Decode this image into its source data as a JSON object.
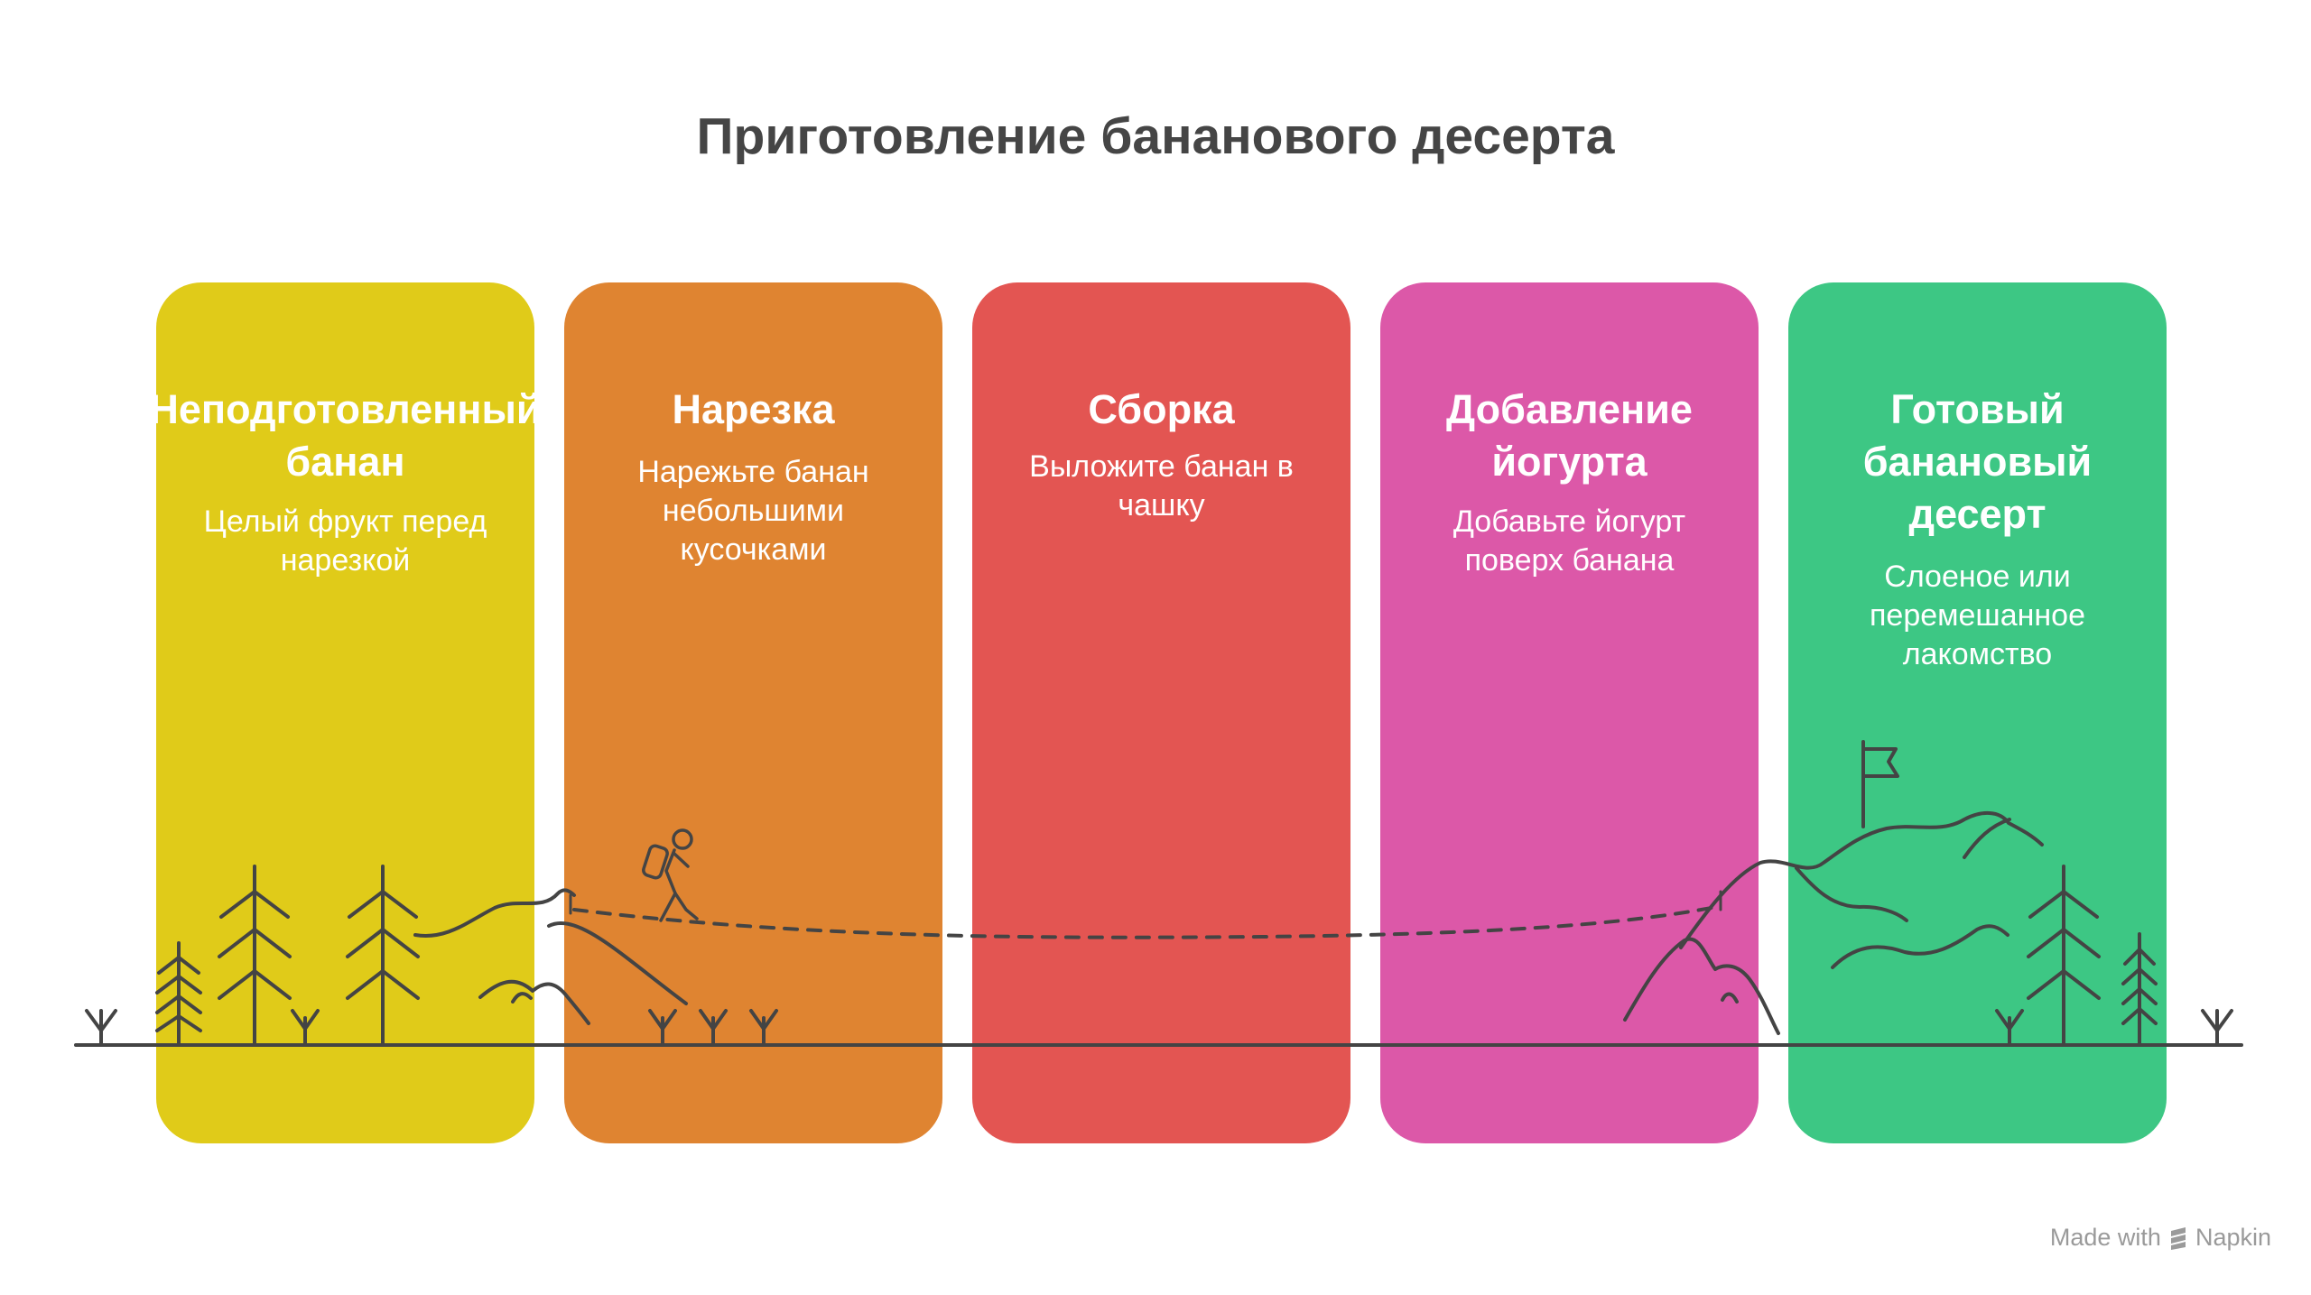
{
  "title": "Приготовление бананового десерта",
  "steps": [
    {
      "title": "Неподготовленный\nбанан",
      "description": "Целый фрукт перед\nнарезкой",
      "color": "#E0CB19"
    },
    {
      "title": "Нарезка",
      "description": "Нарежьте банан\nнебольшими\nкусочками",
      "color": "#DF8431"
    },
    {
      "title": "Сборка",
      "description": "Выложите банан в\nчашку",
      "color": "#E35552"
    },
    {
      "title": "Добавление\nйогурта",
      "description": "Добавьте йогурт\nповерх банана",
      "color": "#DC58A8"
    },
    {
      "title": "Готовый\nбанановый\nдесерт",
      "description": "Слоеное или\nперемешанное\nлакомство",
      "color": "#3DC784"
    }
  ],
  "scene_icons": [
    "tree-icon",
    "grass-icon",
    "hill-icon",
    "hiker-icon",
    "mountain-icon",
    "flag-icon",
    "dashed-path"
  ],
  "line_color": "#444444",
  "watermark": {
    "prefix": "Made with",
    "brand": "Napkin"
  }
}
